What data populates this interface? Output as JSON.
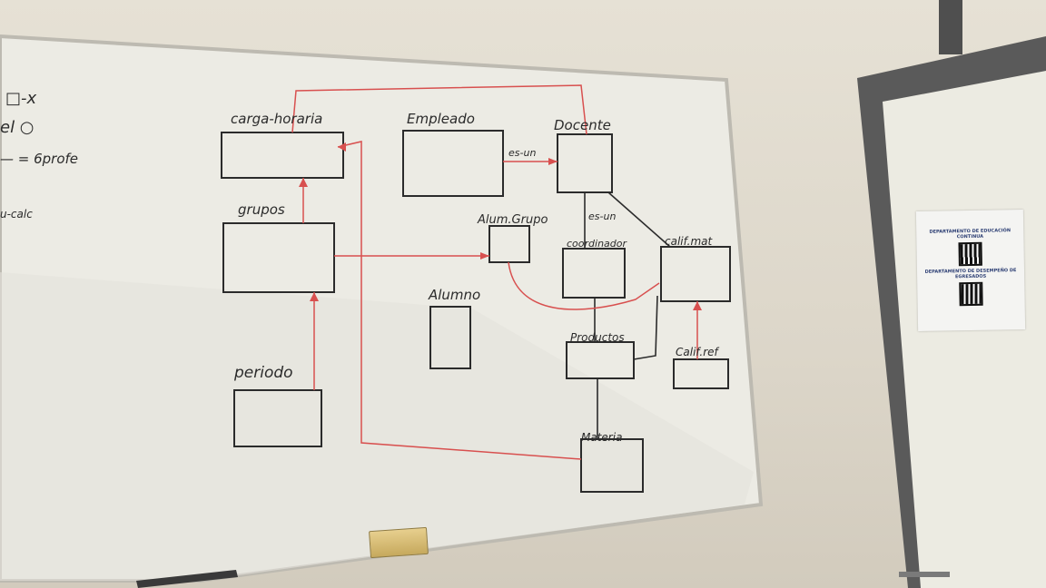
{
  "corner_notes": {
    "line1": "□-x",
    "line2": "el ○",
    "line3": "— = 6profe",
    "line4": "u-calc"
  },
  "entities": {
    "carga_horaria": "carga-horaria",
    "empleado": "Empleado",
    "docente": "Docente",
    "grupos": "grupos",
    "alum_grupo": "Alum.Grupo",
    "coordinador": "coordinador",
    "calif_mat": "calif.mat",
    "alumno": "Alumno",
    "productos": "Productos",
    "calif_ref": "Calif.ref",
    "periodo": "periodo",
    "materia": "Materia"
  },
  "relations": {
    "es_un_1": "es-un",
    "es_un_2": "es-un"
  },
  "poster": {
    "title": "DEPARTAMENTO DE EDUCACIÓN CONTINUA",
    "subtitle": "DEPARTAMENTO DE DESEMPEÑO DE EGRESADOS"
  },
  "colors": {
    "ink_black": "#2b2b2b",
    "ink_red": "#d8504f",
    "board": "#eceae3",
    "door_frame": "#5a5a5a"
  }
}
